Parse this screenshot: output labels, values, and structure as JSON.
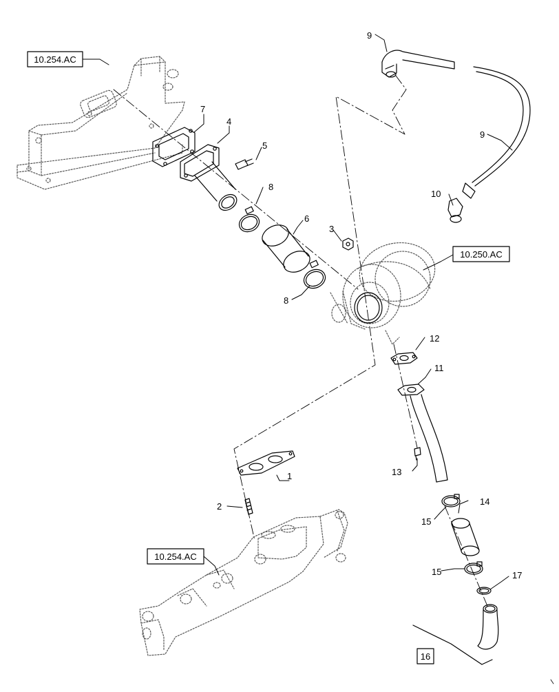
{
  "refs": {
    "upper_manifold": "10.254.AC",
    "turbocharger": "10.250.AC",
    "lower_manifold": "10.254.AC",
    "oil_return_target": "16"
  },
  "callouts": {
    "p1": "1",
    "p2": "2",
    "p3": "3",
    "p4": "4",
    "p5": "5",
    "p6": "6",
    "p7": "7",
    "p8a": "8",
    "p8b": "8",
    "p9a": "9",
    "p9b": "9",
    "p10": "10",
    "p11": "11",
    "p12": "12",
    "p13": "13",
    "p14": "14",
    "p15a": "15",
    "p15b": "15",
    "p17": "17"
  },
  "colors": {
    "line": "#000000",
    "ghost": "#555555",
    "background": "#ffffff"
  }
}
